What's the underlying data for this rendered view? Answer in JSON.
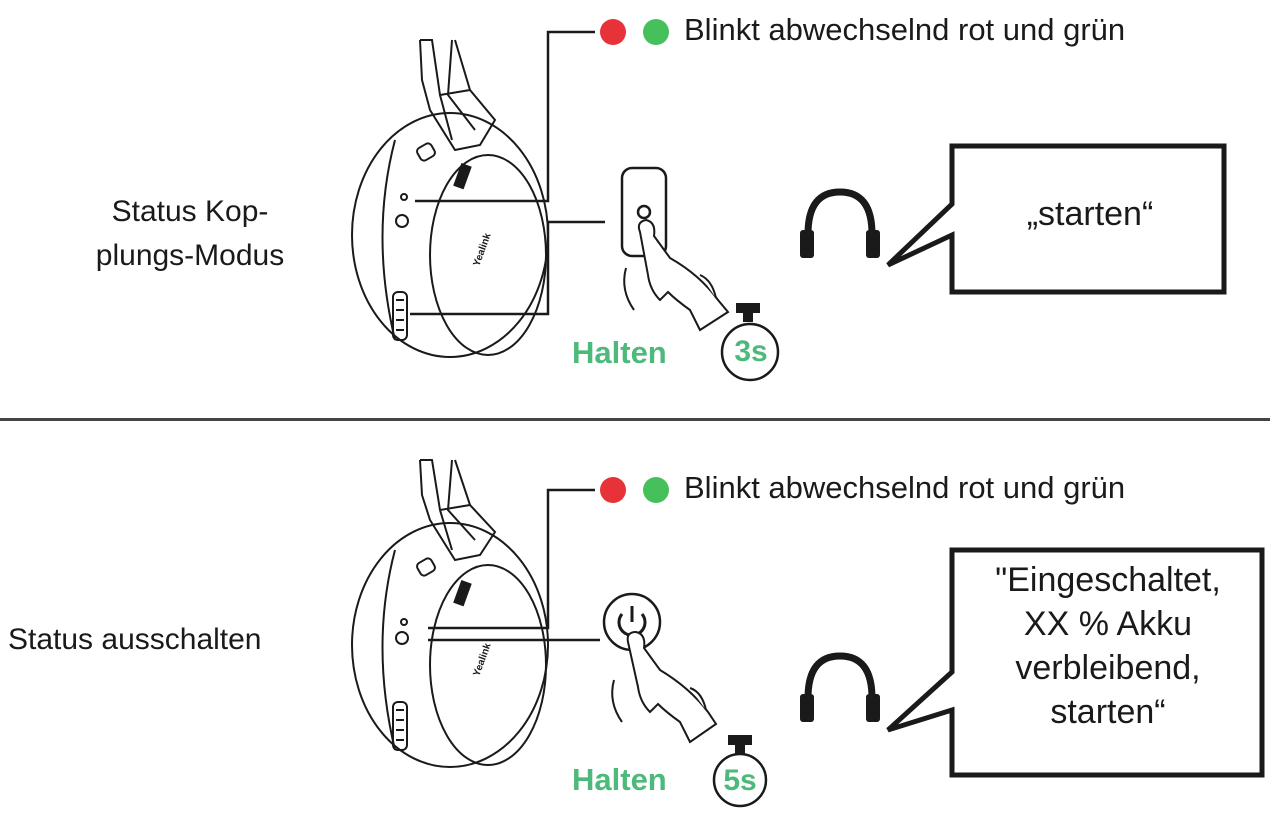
{
  "colors": {
    "led_red": "#e8323a",
    "led_green": "#46c05a",
    "accent_green": "#4db97a",
    "line": "#1a1a1a"
  },
  "top": {
    "status_label": "Status Kop-\nplungs-Modus",
    "led_label": "Blinkt abwechselnd rot und grün",
    "hold_label": "Halten",
    "timer": "3s",
    "speech": "„starten“",
    "button_icon": "pairing-button-icon"
  },
  "bottom": {
    "status_label": "Status ausschalten",
    "led_label": "Blinkt abwechselnd rot und grün",
    "hold_label": "Halten",
    "timer": "5s",
    "speech": "\"Eingeschaltet,\nXX % Akku\nverbleibend,\nstarten“",
    "button_icon": "power-button-icon"
  }
}
